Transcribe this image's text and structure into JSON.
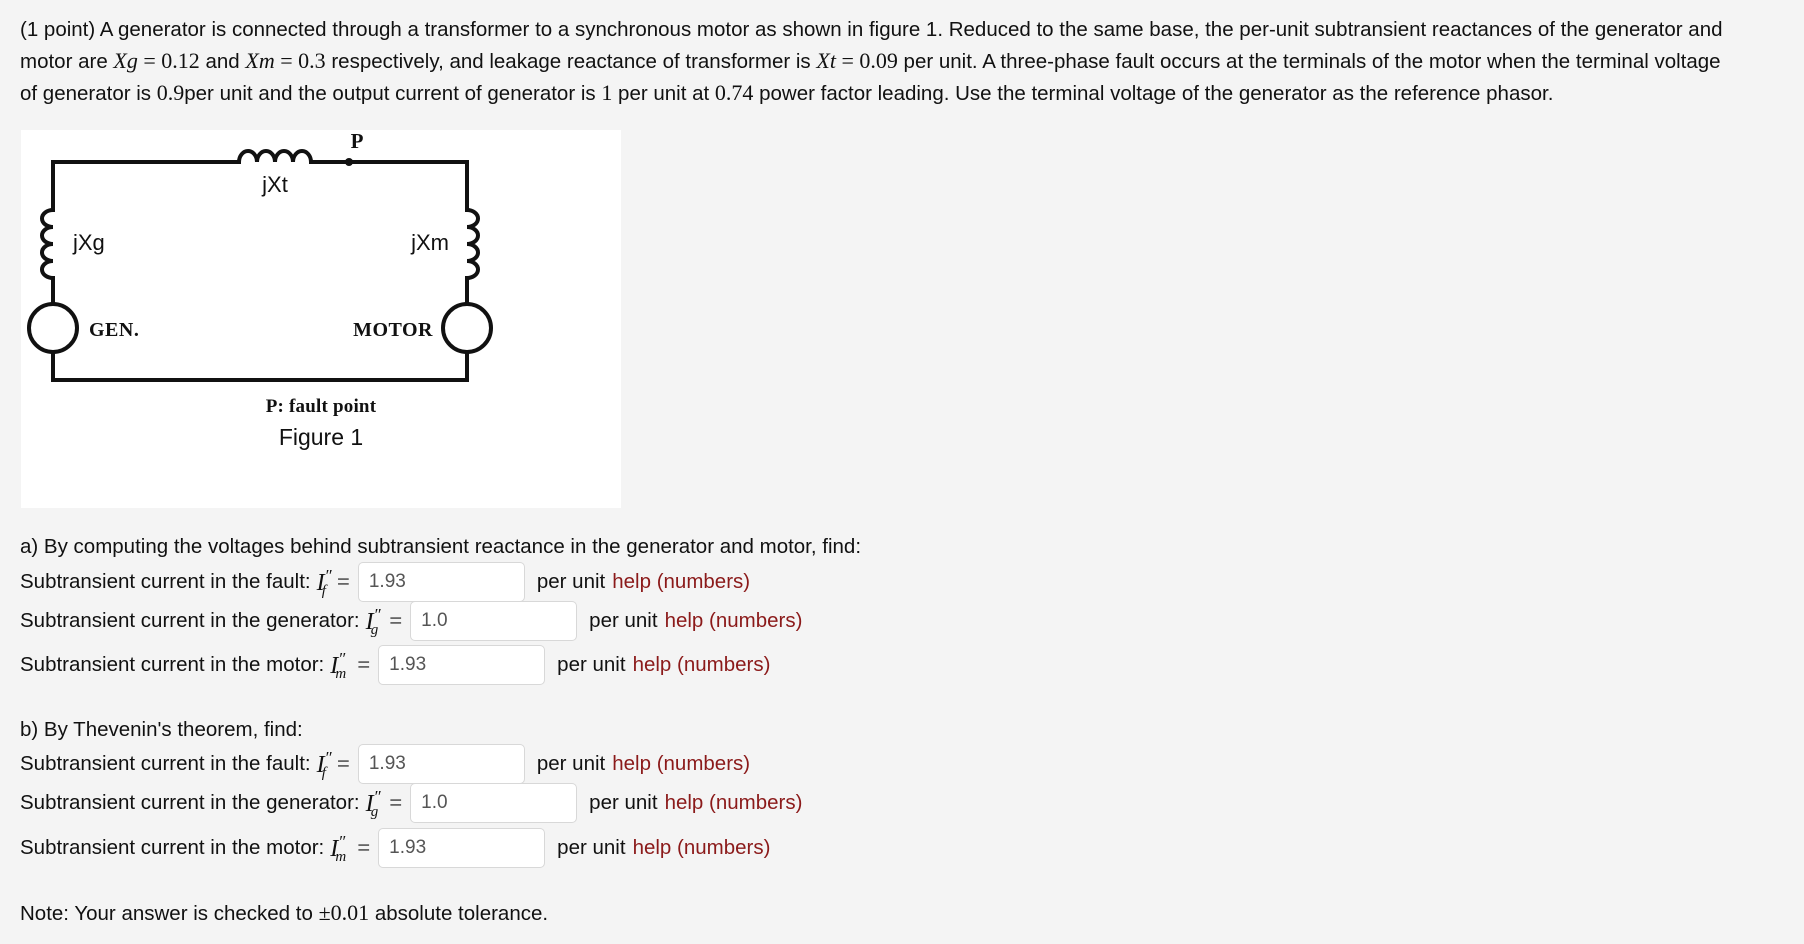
{
  "statement": {
    "line1_a": "(1 point) A generator is connected through a transformer to a synchronous motor as shown in figure 1. Reduced to the same base, the per-unit subtransient reactances of the generator and",
    "line2_a": "motor are ",
    "line2_xg": "Xg",
    "line2_eq1": " = ",
    "line2_v1": "0.12",
    "line2_b": " and ",
    "line2_xm": "Xm",
    "line2_eq2": " = ",
    "line2_v2": "0.3",
    "line2_c": " respectively, and leakage reactance of transformer is ",
    "line2_xt": "Xt",
    "line2_eq3": " = ",
    "line2_v3": "0.09",
    "line2_d": " per unit. A three-phase fault occurs at the terminals of the motor when the terminal voltage",
    "line3_a": "of generator is ",
    "line3_v1": "0.9",
    "line3_b": "per unit and the output current of generator is ",
    "line3_v2": "1",
    "line3_c": " per unit at ",
    "line3_v3": "0.74",
    "line3_d": " power factor leading. Use the terminal voltage of the generator as the reference phasor."
  },
  "figure": {
    "label_xt": "jXt",
    "label_xg": "jXg",
    "label_xm": "jXm",
    "label_p": "P",
    "label_gen": "GEN.",
    "label_motor": "MOTOR",
    "caption_fault": "P: fault point",
    "caption_figure": "Figure 1"
  },
  "part_a": {
    "heading": "a) By computing the voltages behind subtransient reactance in the generator and motor, find:",
    "rows": [
      {
        "label": "Subtransient current in the fault:",
        "symbol": "I",
        "primes": "″",
        "subscript": "f",
        "equals": "=",
        "value": "1.93",
        "unit": "per unit",
        "help": "help (numbers)"
      },
      {
        "label": "Subtransient current in the generator:",
        "symbol": "I",
        "primes": "″",
        "subscript": "g",
        "equals": "=",
        "value": "1.0",
        "unit": "per unit",
        "help": "help (numbers)"
      },
      {
        "label": "Subtransient current in the motor:",
        "symbol": "I",
        "primes": "″",
        "subscript": "m",
        "equals": "=",
        "value": "1.93",
        "unit": "per unit",
        "help": "help (numbers)"
      }
    ]
  },
  "part_b": {
    "heading": "b) By Thevenin's theorem, find:",
    "rows": [
      {
        "label": "Subtransient current in the fault:",
        "symbol": "I",
        "primes": "″",
        "subscript": "f",
        "equals": "=",
        "value": "1.93",
        "unit": "per unit",
        "help": "help (numbers)"
      },
      {
        "label": "Subtransient current in the generator:",
        "symbol": "I",
        "primes": "″",
        "subscript": "g",
        "equals": "=",
        "value": "1.0",
        "unit": "per unit",
        "help": "help (numbers)"
      },
      {
        "label": "Subtransient current in the motor:",
        "symbol": "I",
        "primes": "″",
        "subscript": "m",
        "equals": "=",
        "value": "1.93",
        "unit": "per unit",
        "help": "help (numbers)"
      }
    ]
  },
  "note": {
    "prefix": "Note: Your answer is checked to ",
    "tolerance": "±0.01",
    "suffix": " absolute tolerance."
  },
  "colors": {
    "page_background": "#f4f4f4",
    "figure_background": "#ffffff",
    "text": "#111111",
    "help_link": "#8b1a1a",
    "input_border": "#d8d8d8",
    "input_value": "#555555"
  }
}
